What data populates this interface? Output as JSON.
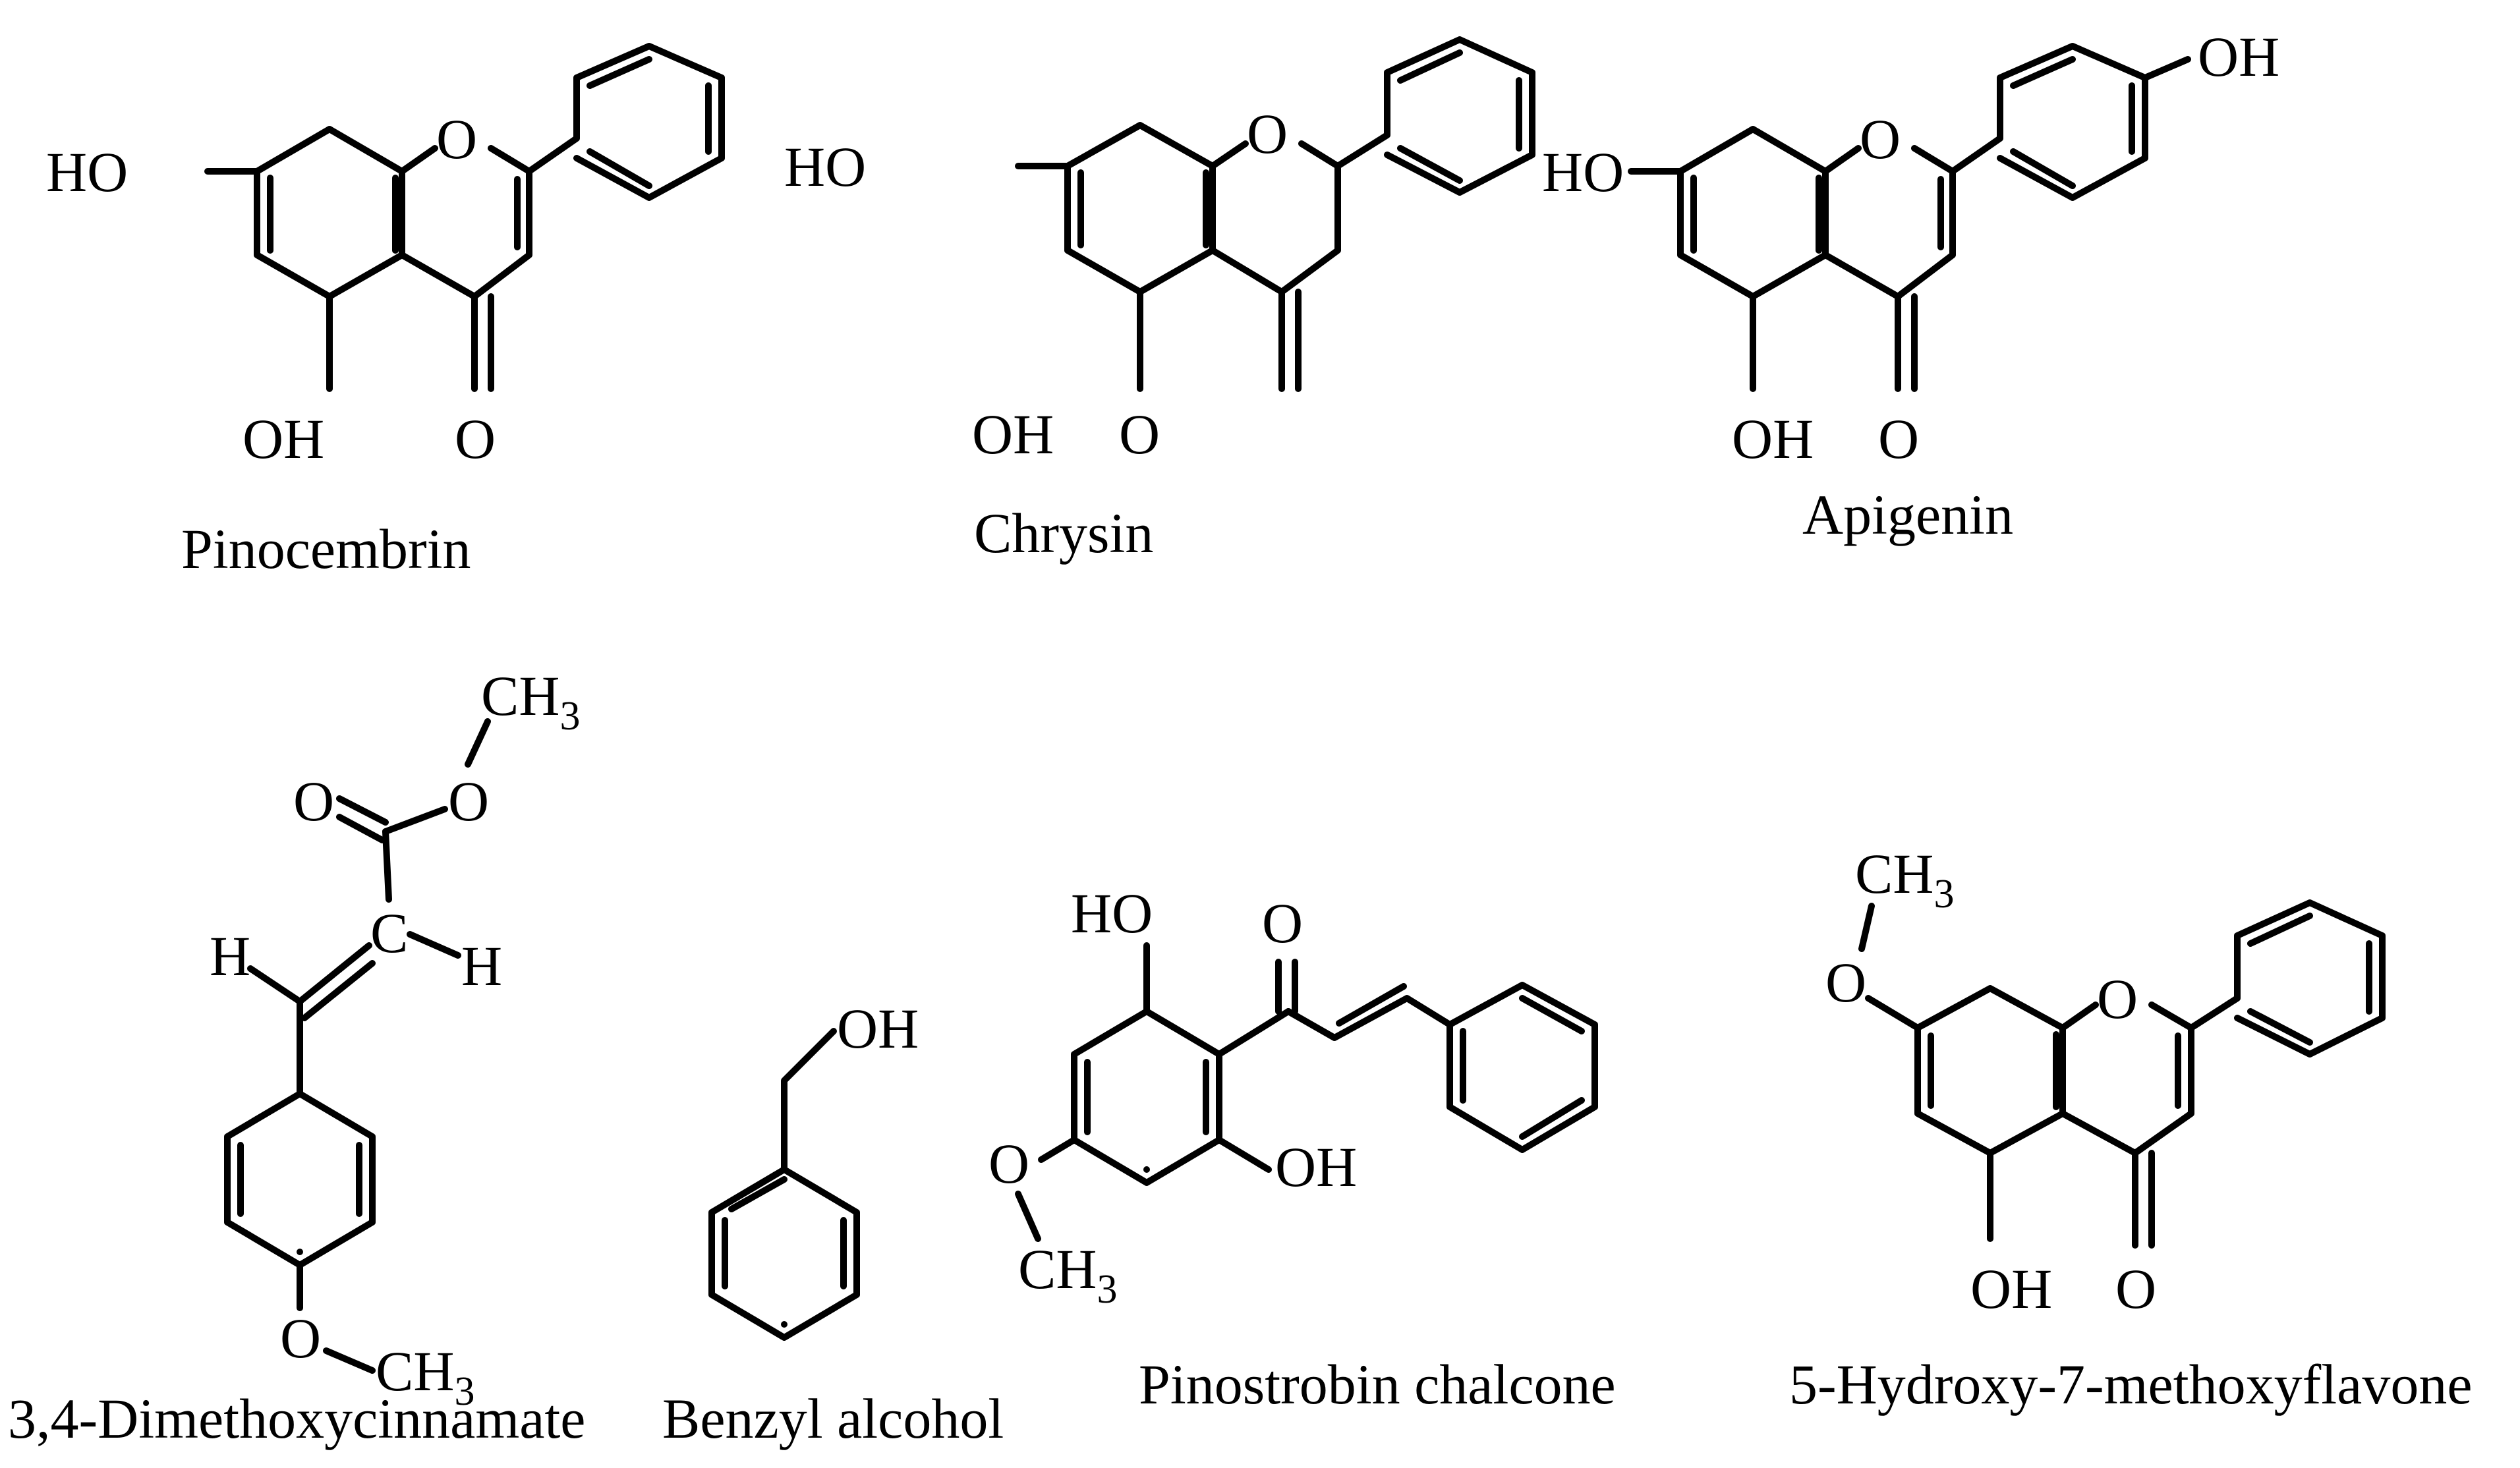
{
  "figure": {
    "compounds": [
      {
        "name": "Pinocembrin"
      },
      {
        "name": "Chrysin"
      },
      {
        "name": "Apigenin"
      },
      {
        "name": "3,4-Dimethoxycinnamate"
      },
      {
        "name": "Benzyl alcohol"
      },
      {
        "name": "Pinostrobin chalcone"
      },
      {
        "name": "5-Hydroxy-7-methoxyflavone"
      }
    ],
    "atoms": {
      "ho": "HO",
      "oh": "OH",
      "o": "O",
      "ch3": "CH",
      "sub3": "3",
      "h": "H",
      "c": "C"
    }
  }
}
